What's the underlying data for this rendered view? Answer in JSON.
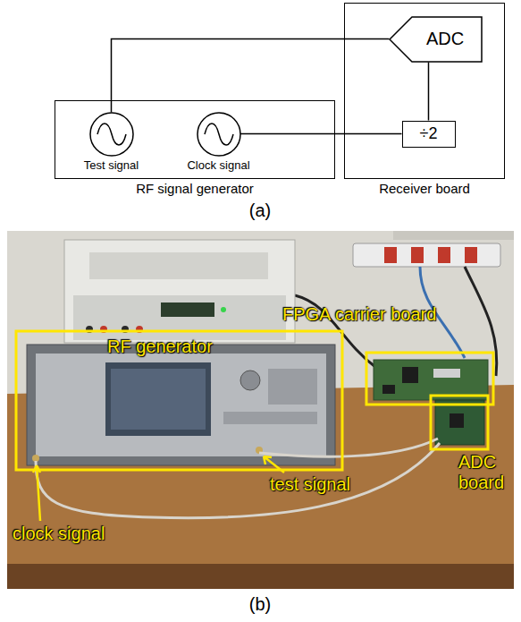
{
  "diagram": {
    "nodes": [
      {
        "text": [
          "RF signal generator"
        ]
      },
      {
        "text": [
          "Test signal"
        ],
        "in": 0
      },
      {
        "text": [
          "Clock signal"
        ],
        "in": 0
      },
      {
        "text": [
          "Receiver board"
        ]
      },
      {
        "text": [
          "ADC"
        ],
        "in": 3
      },
      {
        "text": [
          "÷2"
        ],
        "in": 3
      }
    ],
    "edges": [
      {
        "from": 1,
        "to": 4,
        "arrow": "none"
      },
      {
        "from": 2,
        "to": 5,
        "arrow": "none"
      },
      {
        "from": 5,
        "to": 4,
        "arrow": "none"
      }
    ],
    "labels": [
      "(a)",
      "FPGA carrier board",
      "RF generator",
      "ADC board",
      "test signal",
      "clock signal",
      "(b)"
    ]
  }
}
